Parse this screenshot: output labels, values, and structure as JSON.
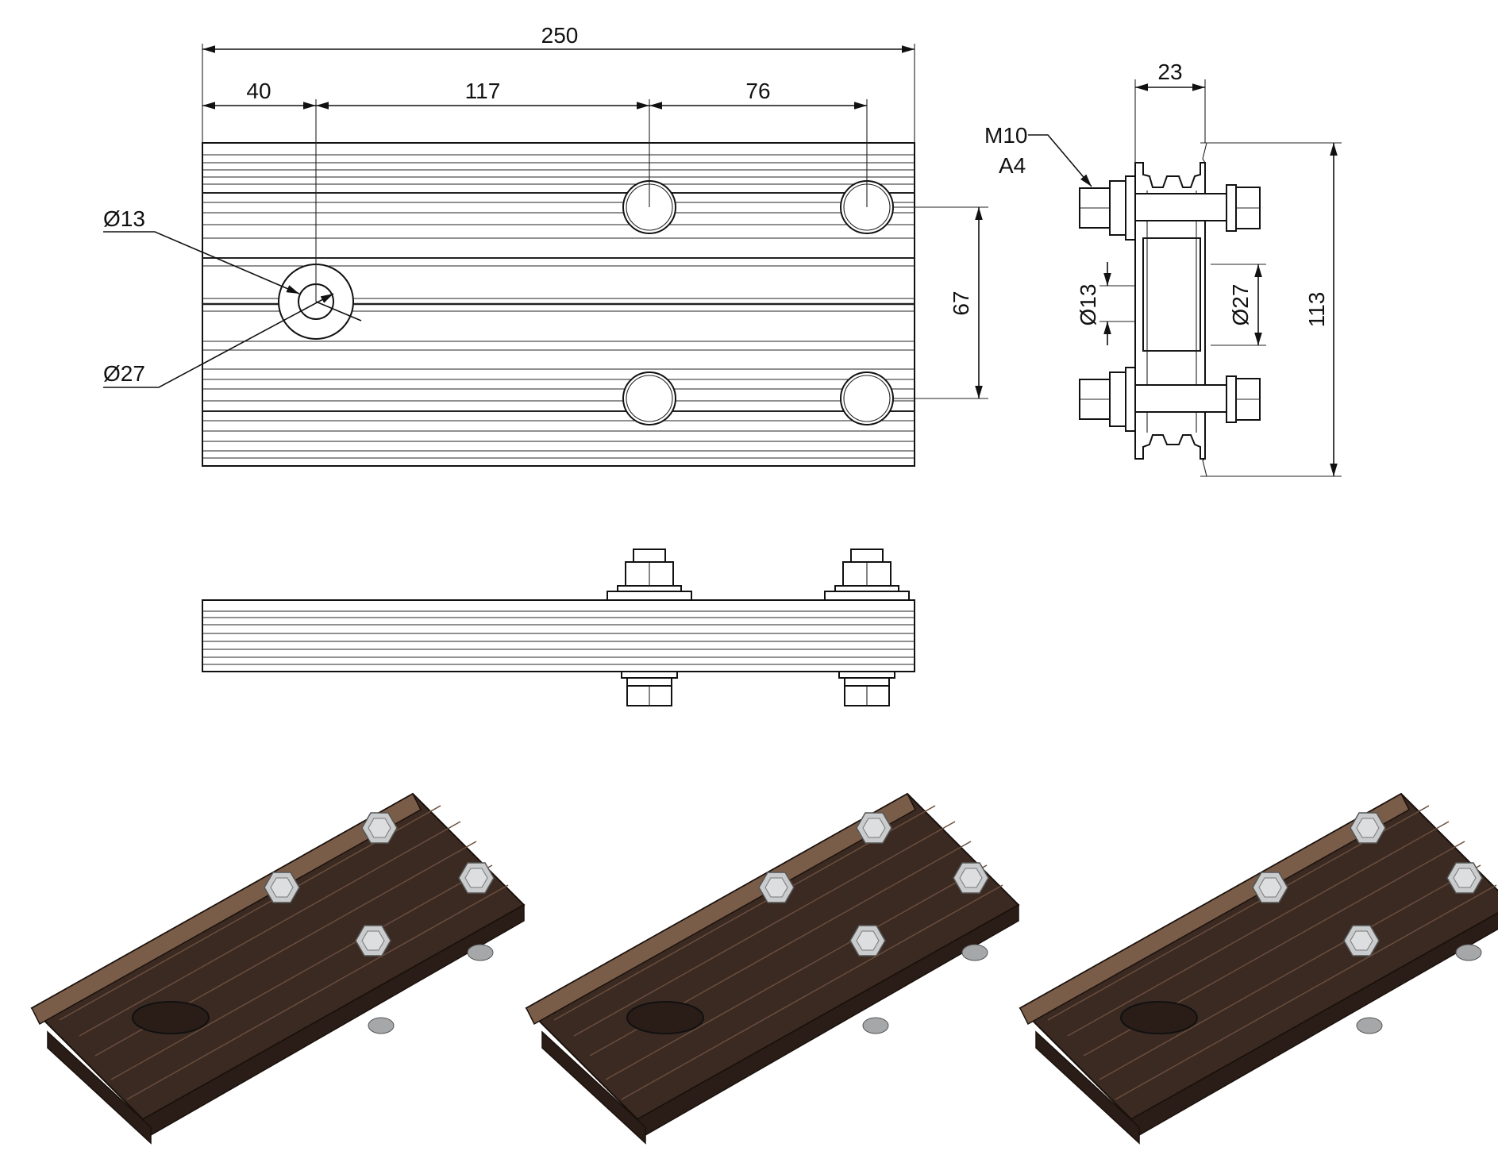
{
  "dimensions": {
    "overall_length": "250",
    "offset_first_hole": "40",
    "hole_spacing_a": "117",
    "hole_spacing_b": "76",
    "hole_small_dia": "Ø13",
    "hole_large_dia": "Ø27",
    "bolt_row_spacing": "67",
    "profile_thickness": "23",
    "profile_height": "113",
    "side_small_dia": "Ø13",
    "side_large_dia": "Ø27"
  },
  "fastener": {
    "size": "M10",
    "material": "A4"
  },
  "colors": {
    "line": "#111111",
    "profile_dark": "#3b2a22",
    "profile_mid": "#5a4334",
    "profile_light": "#7a5d49",
    "bolt_fill": "#c9cbcc"
  },
  "views": {
    "top_view": "top-view",
    "side_view": "side-view",
    "front_view": "front-view",
    "isometric_count": 3
  }
}
